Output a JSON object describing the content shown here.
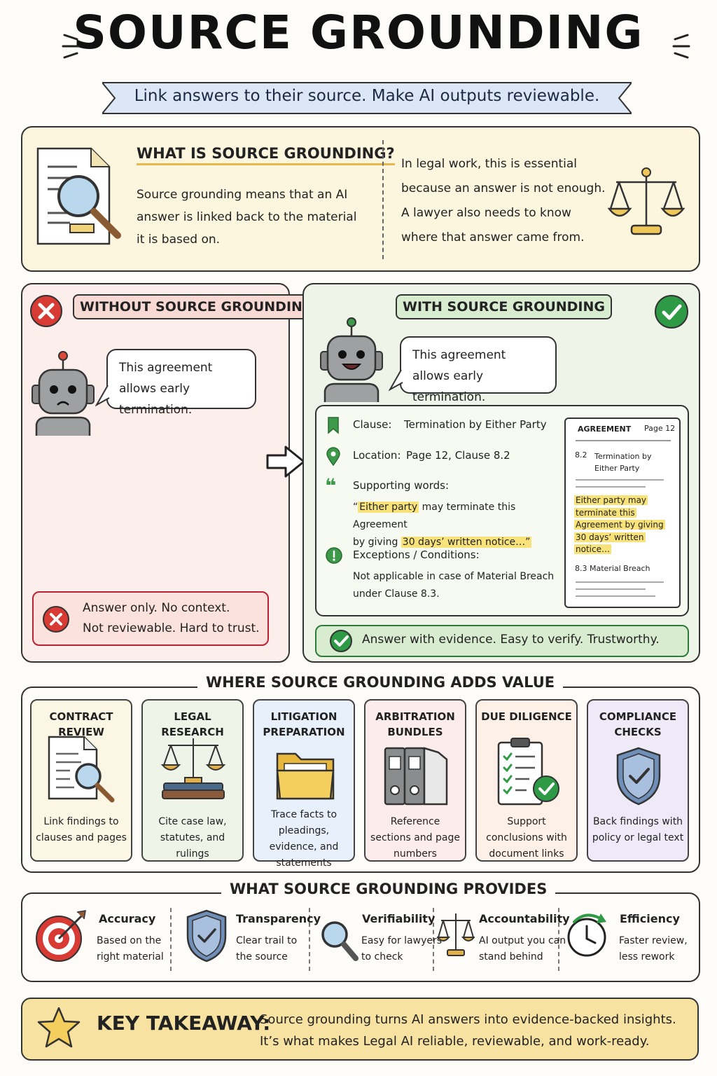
{
  "header": {
    "title": "SOURCE GROUNDING",
    "subtitle": "Link answers to their source. Make AI outputs reviewable."
  },
  "what": {
    "heading": "WHAT IS SOURCE GROUNDING?",
    "text": "Source grounding means that an AI answer is linked back to the material it is based on.",
    "legal_text": "In legal work, this is essential because an answer is not enough. A lawyer also needs to know where that answer came from."
  },
  "without": {
    "tag": "WITHOUT SOURCE GROUNDING",
    "bubble": "This agreement allows early termination.",
    "verdict_line1": "Answer only. No context.",
    "verdict_line2": "Not reviewable. Hard to trust."
  },
  "with": {
    "tag": "WITH SOURCE GROUNDING",
    "bubble": "This agreement allows early termination.",
    "clause_label": "Clause:",
    "clause_value": "Termination by Either Party",
    "location_label": "Location:",
    "location_value": "Page 12, Clause 8.2",
    "supporting_label": "Supporting words:",
    "quote_a": "“",
    "quote_hl1": "Either party",
    "quote_b": " may terminate this Agreement",
    "quote_c": "by giving ",
    "quote_hl2": "30 days’ written notice…”",
    "exceptions_label": "Exceptions / Conditions:",
    "exceptions_line1": "Not applicable in case of Material Breach",
    "exceptions_line2": "under Clause 8.3.",
    "doc": {
      "heading": "AGREEMENT",
      "page": "Page 12",
      "sec1_num": "8.2",
      "sec1_title": "Termination by Either Party",
      "hl_lines": [
        "Either party may",
        "terminate this",
        "Agreement by giving",
        "30 days’ written",
        "notice…"
      ],
      "sec2": "8.3  Material Breach"
    },
    "verdict": "Answer with evidence. Easy to verify. Trustworthy."
  },
  "value": {
    "title": "WHERE SOURCE GROUNDING ADDS VALUE",
    "items": [
      {
        "title": "CONTRACT REVIEW",
        "desc": "Link findings to clauses and pages",
        "icon": "document-magnifier-icon",
        "bg": "#fcf7e4"
      },
      {
        "title": "LEGAL RESEARCH",
        "desc": "Cite case law, statutes, and rulings",
        "icon": "scales-books-icon",
        "bg": "#eef5e8"
      },
      {
        "title": "LITIGATION PREPARATION",
        "desc": "Trace facts to pleadings, evidence, and statements",
        "icon": "folder-icon",
        "bg": "#e8f0fb"
      },
      {
        "title": "ARBITRATION BUNDLES",
        "desc": "Reference sections and page numbers",
        "icon": "binders-icon",
        "bg": "#fcecec"
      },
      {
        "title": "DUE DILIGENCE",
        "desc": "Support conclusions with document links",
        "icon": "checklist-icon",
        "bg": "#fdf0e6"
      },
      {
        "title": "COMPLIANCE CHECKS",
        "desc": "Back findings with policy or legal text",
        "icon": "shield-check-icon",
        "bg": "#eeeaf8"
      }
    ]
  },
  "provides": {
    "title": "WHAT SOURCE GROUNDING PROVIDES",
    "items": [
      {
        "title": "Accuracy",
        "line1": "Based on the",
        "line2": "right material",
        "icon": "target-icon"
      },
      {
        "title": "Transparency",
        "line1": "Clear trail to",
        "line2": "the source",
        "icon": "shield-icon"
      },
      {
        "title": "Verifiability",
        "line1": "Easy for lawyers",
        "line2": "to check",
        "icon": "magnifier-icon"
      },
      {
        "title": "Accountability",
        "line1": "AI output you can",
        "line2": "stand behind",
        "icon": "scales-icon"
      },
      {
        "title": "Efficiency",
        "line1": "Faster review,",
        "line2": "less rework",
        "icon": "clock-arrow-icon"
      }
    ]
  },
  "takeaway": {
    "label": "KEY TAKEAWAY:",
    "line1": "Source grounding turns AI answers into evidence-backed insights.",
    "line2": "It’s what makes Legal AI reliable, reviewable, and work-ready."
  },
  "colors": {
    "accent_yellow": "#f8e27a",
    "red": "#d83a34",
    "green": "#2e9a46"
  }
}
